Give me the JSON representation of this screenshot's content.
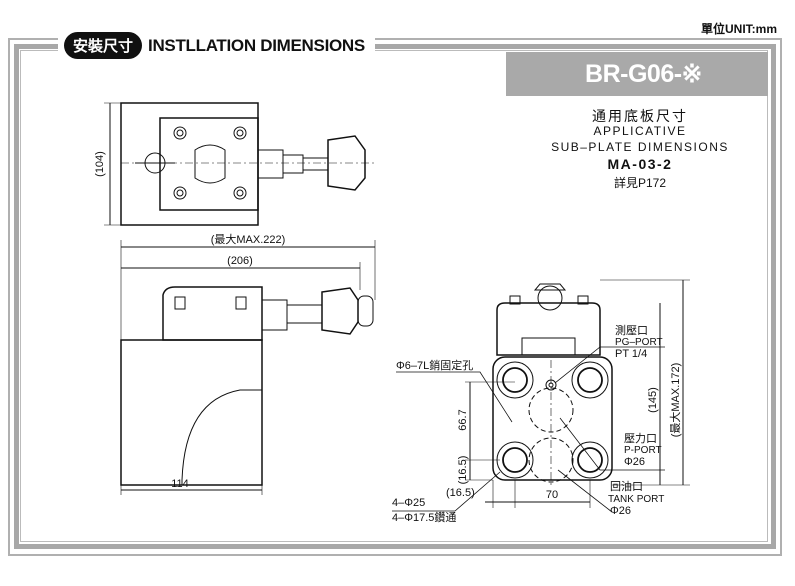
{
  "header": {
    "unit_label": "單位UNIT:mm",
    "title_cn": "安裝尺寸",
    "title_en": "INSTLLATION DIMENSIONS",
    "model": "BR-G06-※"
  },
  "subplate": {
    "title_cn": "通用底板尺寸",
    "line1": "APPLICATIVE",
    "line2": "SUB–PLATE DIMENSIONS",
    "model": "MA-03-2",
    "ref": "詳見P172"
  },
  "dimensions": {
    "top_height": "(104)",
    "max_length": "(最大MAX.222)",
    "length": "(206)",
    "base_width": "114",
    "height": "(145)",
    "max_height": "(最大MAX.172)",
    "hole_pitch_v": "66.7",
    "edge_v": "(16.5)",
    "edge_h": "(16.5)",
    "hole_pitch_h": "70"
  },
  "callouts": {
    "pin_hole": "Φ6–7L銷固定孔",
    "bolt_hole_1": "4–Φ25",
    "bolt_hole_2": "4–Φ17.5鑽通",
    "pg_cn": "測壓口",
    "pg_en": "PG–PORT",
    "pg_size": "PT 1/4",
    "p_cn": "壓力口",
    "p_en": "P-PORT",
    "p_size": "Φ26",
    "t_cn": "回油口",
    "t_en": "TANK PORT",
    "t_size": "Φ26"
  }
}
